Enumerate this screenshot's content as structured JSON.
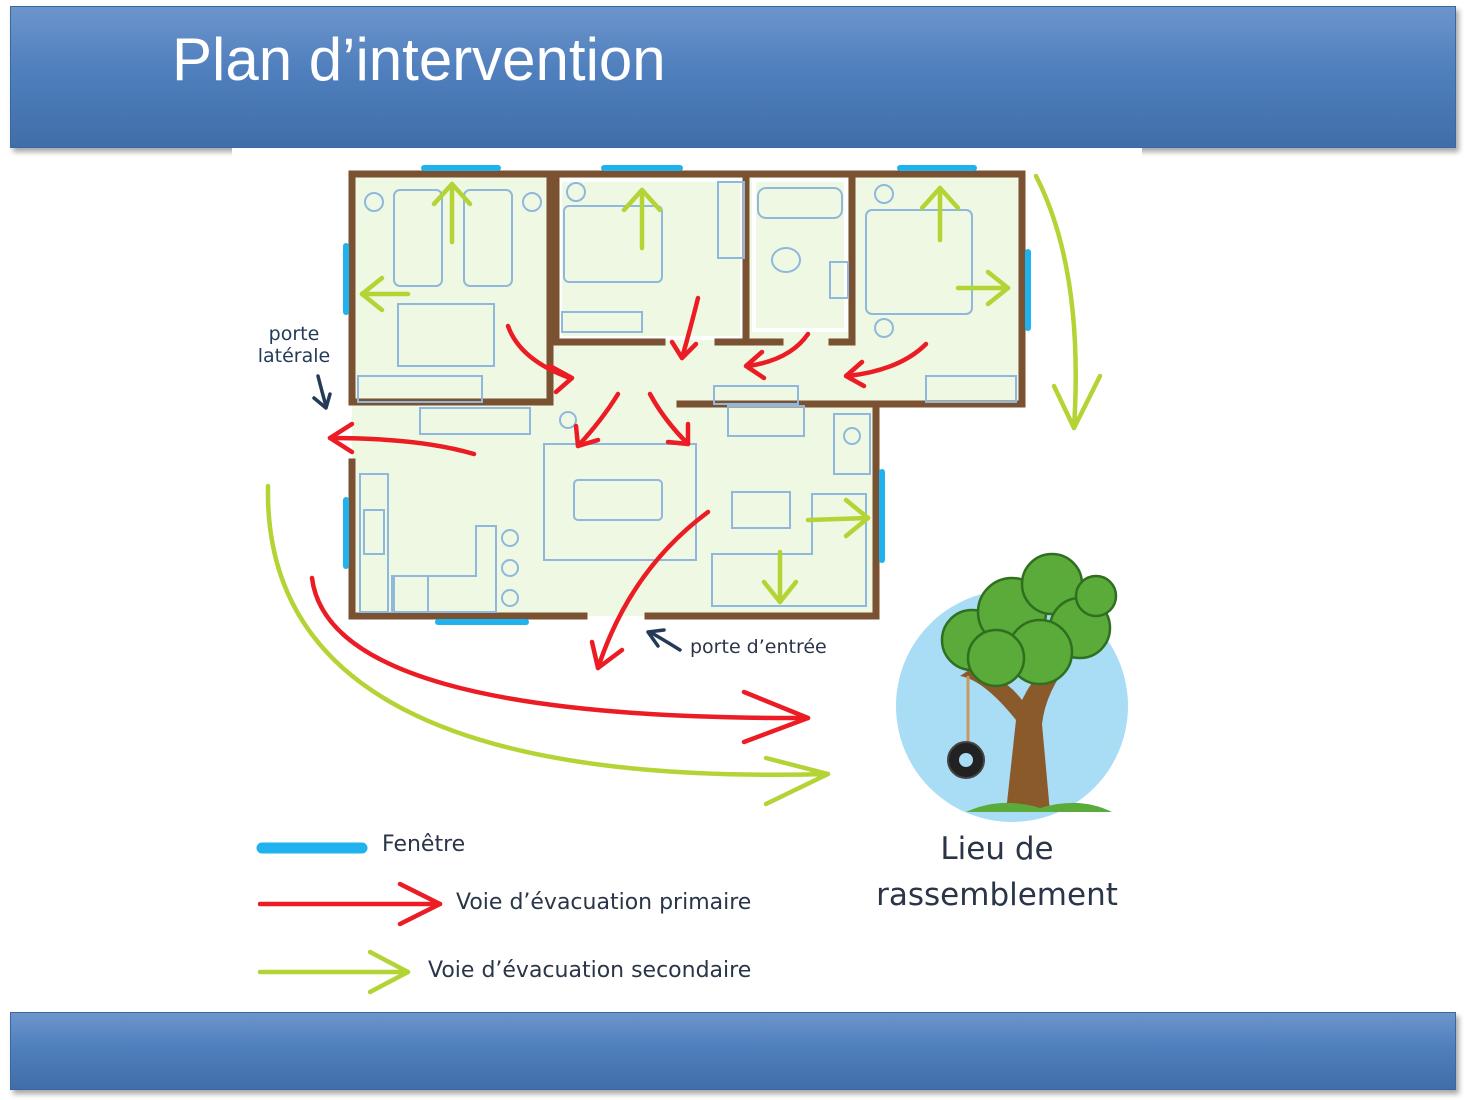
{
  "slide": {
    "title": "Plan d’intervention"
  },
  "plan": {
    "side_door_label_line1": "porte",
    "side_door_label_line2": "latérale",
    "front_door_label": "porte d’entrée",
    "assembly_line1": "Lieu de",
    "assembly_line2": "rassemblement"
  },
  "legend": {
    "window": "Fenêtre",
    "primary": "Voie d’évacuation primaire",
    "secondary": "Voie d’évacuation secondaire"
  },
  "colors": {
    "bar": "#4f7fbd",
    "wall": "#7a5232",
    "floor": "#eff8e2",
    "furniture": "#8fb8dc",
    "window": "#1fb2ee",
    "primary_route": "#ec1c24",
    "secondary_route": "#b4d334",
    "tree_sky": "#a8ddf5",
    "tree_leaves": "#5aab3a",
    "trunk": "#8b5a2b"
  }
}
